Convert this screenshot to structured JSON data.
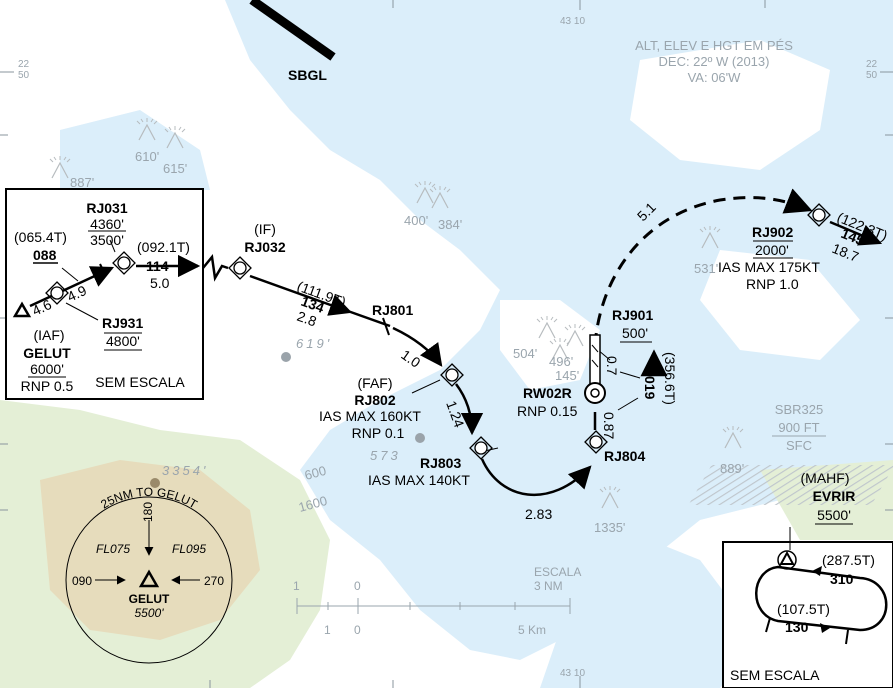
{
  "notes": {
    "line1": "ALT, ELEV E HGT EM PÉS",
    "line2": "DEC: 22º W (2013)",
    "line3": "VA: 06'W"
  },
  "grid": {
    "top_lon": "43 10",
    "bottom_lon": "43 10",
    "lat_top": "22",
    "lat_bottom": "50"
  },
  "airport": "SBGL",
  "waypoints": {
    "rj031": {
      "name": "RJ031",
      "alt1": "4360'",
      "alt2": "3500'"
    },
    "rj931": {
      "name": "RJ931",
      "alt": "4800'"
    },
    "gelut": {
      "role": "(IAF)",
      "name": "GELUT",
      "alt": "6000'",
      "rnp": "RNP 0.5"
    },
    "rj032": {
      "role": "(IF)",
      "name": "RJ032"
    },
    "rj801": {
      "name": "RJ801"
    },
    "rj802": {
      "role": "(FAF)",
      "name": "RJ802",
      "speed": "IAS MAX 160KT",
      "rnp": "RNP 0.1"
    },
    "rj803": {
      "name": "RJ803",
      "speed": "IAS MAX 140KT"
    },
    "rj804": {
      "name": "RJ804"
    },
    "rj901": {
      "name": "RJ901",
      "alt": "500'"
    },
    "rw02r": {
      "name": "RW02R",
      "rnp": "RNP 0.15"
    },
    "rj902": {
      "name": "RJ902",
      "alt": "2000'",
      "speed": "IAS MAX 175KT",
      "rnp": "RNP 1.0"
    },
    "evrir": {
      "role": "(MAHF)",
      "name": "EVRIR",
      "alt": "5500'"
    }
  },
  "legs": {
    "l1": {
      "course": "(065.4T)",
      "mag": "088",
      "dist1": "4.6",
      "dist2": "4.9"
    },
    "l2": {
      "course": "(092.1T)",
      "mag": "114",
      "dist": "5.0"
    },
    "l3": {
      "course": "(111.9T)",
      "mag": "134",
      "dist": "2.8"
    },
    "l4": {
      "dist": "1.0"
    },
    "l5": {
      "dist": "1.24"
    },
    "l6": {
      "dist": "2.83"
    },
    "l7": {
      "dist": "0.87"
    },
    "l8": {
      "dist": "0.7",
      "course": "(356.6T)",
      "mag": "019"
    },
    "l9": {
      "dist": "5.1"
    },
    "l10": {
      "course": "(122.3T)",
      "mag": "145",
      "dist": "18.7"
    }
  },
  "obstacles": {
    "o887": "887'",
    "o610": "610'",
    "o615": "615'",
    "o400": "400'",
    "o384": "384'",
    "o531": "531'",
    "o504": "504'",
    "o496": "496'",
    "o145": "145'",
    "o889": "889'",
    "o1335": "1335'"
  },
  "spots": {
    "s619": "619'",
    "s573": "573",
    "s3354": "3354'"
  },
  "contours": {
    "c600": "600",
    "c1600": "1600"
  },
  "sbr": {
    "name": "SBR325",
    "top": "900 FT",
    "bottom": "SFC"
  },
  "inset_left": {
    "label": "SEM ESCALA"
  },
  "inset_right": {
    "label": "SEM ESCALA",
    "course1": "(287.5T)",
    "mag1": "310",
    "course2": "(107.5T)",
    "mag2": "130"
  },
  "taa": {
    "arc": "25NM TO GELUT",
    "n": "180",
    "fl_left": "FL075",
    "fl_right": "FL095",
    "w": "090",
    "e": "270",
    "name": "GELUT",
    "alt": "5500'"
  },
  "scale": {
    "title": "ESCALA",
    "unit": "3 NM",
    "nm1": "1",
    "nm0": "0",
    "km1": "1",
    "km0": "0",
    "km5": "5 Km"
  }
}
